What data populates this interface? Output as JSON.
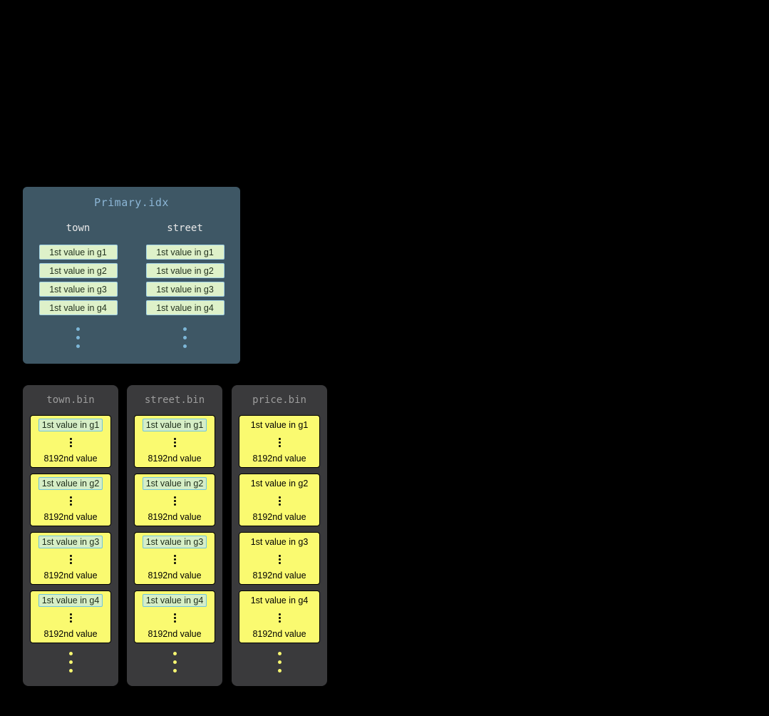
{
  "primary_index": {
    "title": "Primary.idx",
    "columns": [
      {
        "name": "town",
        "entries": [
          "1st value in g1",
          "1st value in g2",
          "1st value in g3",
          "1st value in g4"
        ]
      },
      {
        "name": "street",
        "entries": [
          "1st value in g1",
          "1st value in g2",
          "1st value in g3",
          "1st value in g4"
        ]
      }
    ]
  },
  "bin_files": [
    {
      "title": "town.bin",
      "highlighted": true,
      "granules": [
        {
          "first": "1st value in g1",
          "last": "8192nd value"
        },
        {
          "first": "1st value in g2",
          "last": "8192nd value"
        },
        {
          "first": "1st value in g3",
          "last": "8192nd value"
        },
        {
          "first": "1st value in g4",
          "last": "8192nd value"
        }
      ]
    },
    {
      "title": "street.bin",
      "highlighted": true,
      "granules": [
        {
          "first": "1st value in g1",
          "last": "8192nd value"
        },
        {
          "first": "1st value in g2",
          "last": "8192nd value"
        },
        {
          "first": "1st value in g3",
          "last": "8192nd value"
        },
        {
          "first": "1st value in g4",
          "last": "8192nd value"
        }
      ]
    },
    {
      "title": "price.bin",
      "highlighted": false,
      "granules": [
        {
          "first": "1st value in g1",
          "last": "8192nd value"
        },
        {
          "first": "1st value in g2",
          "last": "8192nd value"
        },
        {
          "first": "1st value in g3",
          "last": "8192nd value"
        },
        {
          "first": "1st value in g4",
          "last": "8192nd value"
        }
      ]
    }
  ],
  "colors": {
    "background": "#000000",
    "primary_panel_bg": "#3e5765",
    "primary_title_text": "#8cb6d6",
    "column_header_text": "#e9e9e9",
    "index_chip_bg": "#def1c9",
    "index_chip_border": "#a3d3e6",
    "bin_panel_bg": "#3a3a3c",
    "bin_title_text": "#9d9d9d",
    "granule_card_bg": "#fafa70",
    "granule_chip_bg": "#d6eec6",
    "granule_chip_border": "#6fc4de",
    "blue_dots": "#7db7d8",
    "yellow_dots": "#f6f671"
  }
}
